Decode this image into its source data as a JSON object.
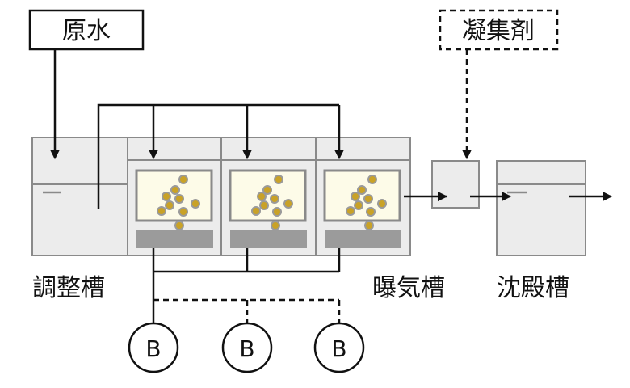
{
  "labels": {
    "raw_water": "原水",
    "coagulant": "凝集剤",
    "equalization_tank": "調整槽",
    "aeration_tank": "曝気槽",
    "sedimentation_tank": "沈殿槽",
    "blower": "B"
  },
  "colors": {
    "line": "#111111",
    "tank_fill": "#ececec",
    "tank_stroke": "#8a8a8a",
    "water_fill": "#fdfbe8",
    "diffuser": "#9b9b9b",
    "bubble_fill": "#c9a227",
    "bubble_stroke": "#9a9a9a"
  }
}
